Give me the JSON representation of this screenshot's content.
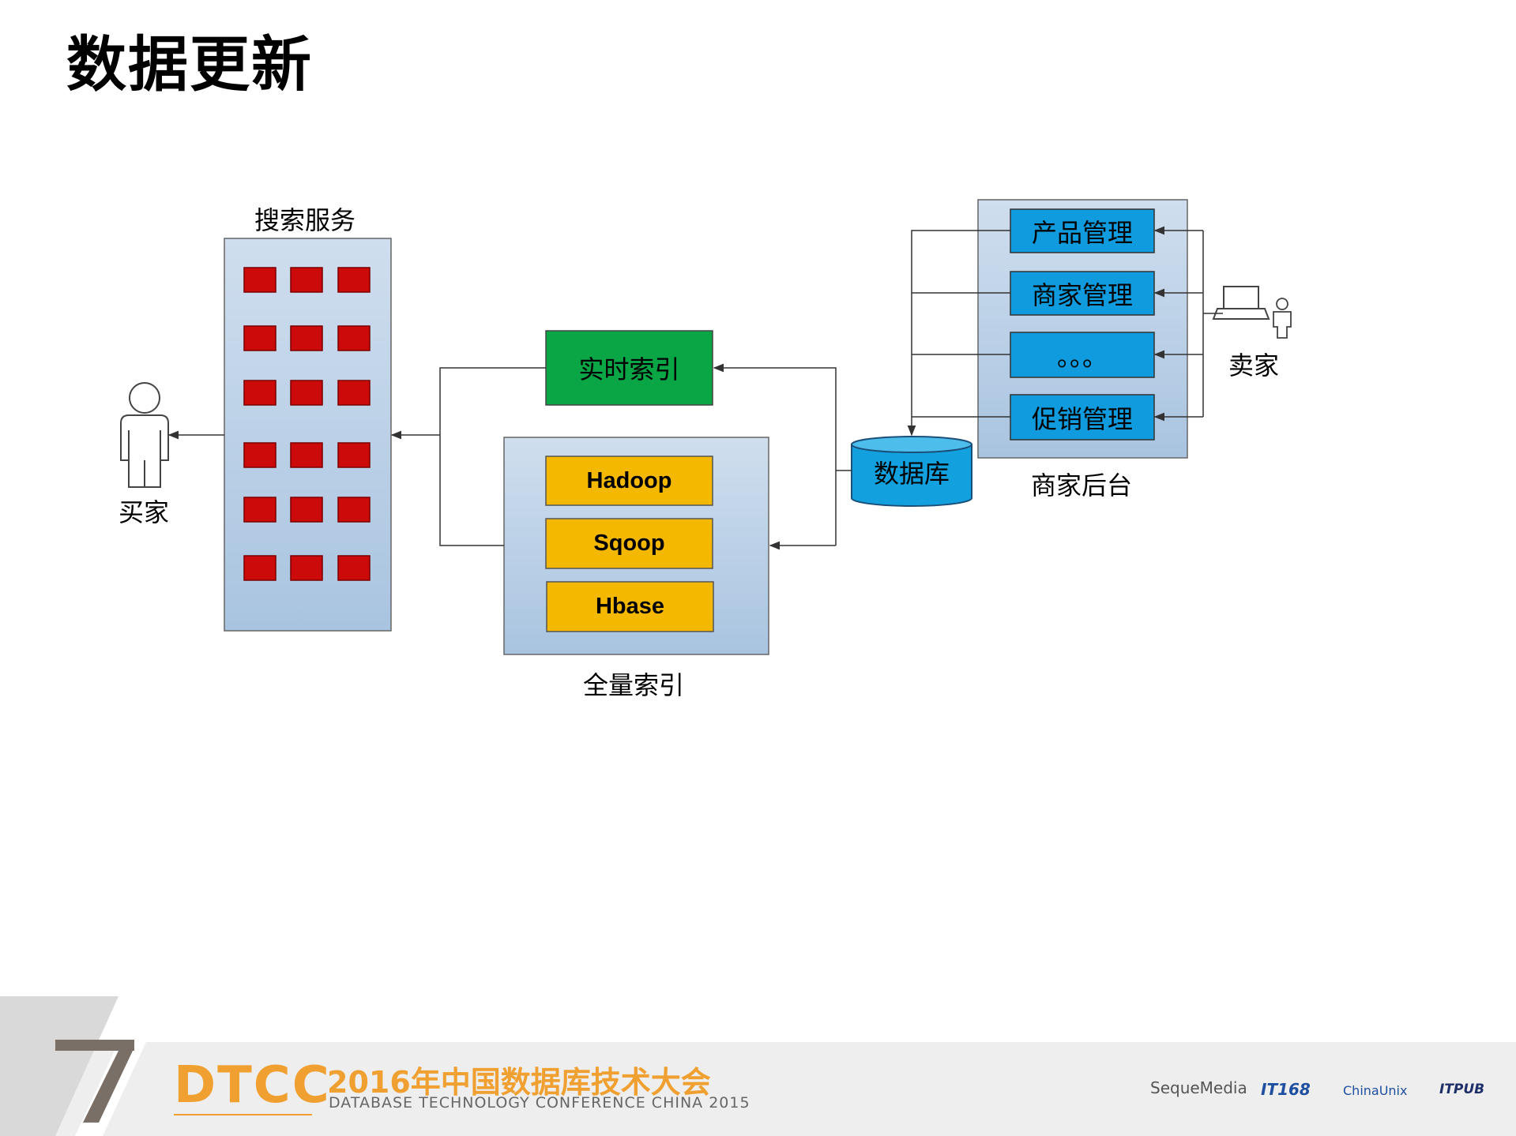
{
  "page": {
    "title": "数据更新"
  },
  "diagram": {
    "search_service": {
      "label": "搜索服务"
    },
    "buyer": {
      "label": "买家"
    },
    "realtime_index": {
      "label": "实时索引",
      "color": "#0aa545"
    },
    "full_index": {
      "label": "全量索引",
      "components": [
        "Hadoop",
        "Sqoop",
        "Hbase"
      ],
      "component_color": "#f5b800"
    },
    "database": {
      "label": "数据库",
      "color": "#12a0de"
    },
    "merchant_backend": {
      "label": "商家后台",
      "modules": [
        "产品管理",
        "商家管理",
        "。。。",
        "促销管理"
      ],
      "module_color": "#0f9bde"
    },
    "seller": {
      "label": "卖家"
    },
    "server_block_color": "#cc0a0a",
    "panel_color": "#b8cfe6"
  },
  "footer": {
    "brand": "DTCC",
    "conference_cn": "2016年中国数据库技术大会",
    "conference_en": "DATABASE TECHNOLOGY CONFERENCE CHINA 2015",
    "logos": [
      "SequeMedia",
      "IT168",
      "ChinaUnix",
      "ITPUB"
    ],
    "accent_color": "#f0a030"
  }
}
